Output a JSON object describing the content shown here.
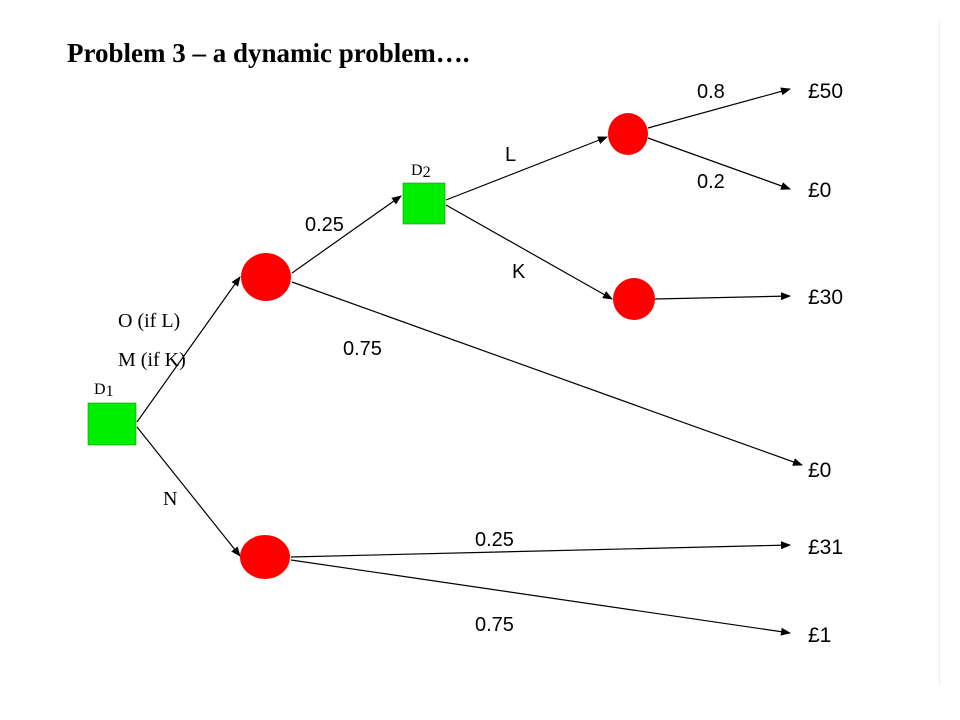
{
  "title": "Problem 3 – a dynamic problem….",
  "colors": {
    "decision_fill": "#00ee00",
    "chance_fill": "#ff0000",
    "edge": "#000000",
    "background": "#ffffff"
  },
  "nodes": {
    "d1": {
      "label_main": "D",
      "label_sub": "1",
      "kind": "decision"
    },
    "d2": {
      "label_main": "D",
      "label_sub": "2",
      "kind": "decision"
    },
    "c_upper": {
      "kind": "chance"
    },
    "c_lower": {
      "kind": "chance"
    },
    "c_l": {
      "kind": "chance"
    },
    "c_k": {
      "kind": "chance"
    }
  },
  "edge_labels": {
    "o_if_l": "O (if L)",
    "m_if_k": "M (if K)",
    "n": "N",
    "upper_p1": "0.25",
    "upper_p2": "0.75",
    "l": "L",
    "k": "K",
    "l_p1": "0.8",
    "l_p2": "0.2",
    "lower_p1": "0.25",
    "lower_p2": "0.75"
  },
  "payoffs": {
    "p50": "£50",
    "p0a": "£0",
    "p30": "£30",
    "p0b": "£0",
    "p31": "£31",
    "p1": "£1"
  }
}
